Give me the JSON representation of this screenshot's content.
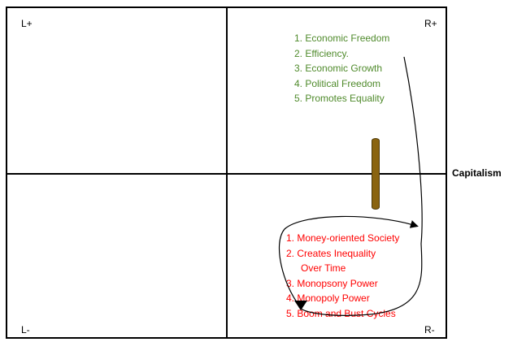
{
  "quadrants": {
    "top_left": "L+",
    "top_right": "R+",
    "bottom_left": "L-",
    "bottom_right": "R-"
  },
  "axis_label": "Capitalism",
  "pros": {
    "color": "#4f8a2b",
    "items": [
      "1. Economic Freedom",
      "2. Efficiency.",
      "3. Economic Growth",
      "4. Political Freedom",
      "5. Promotes Equality"
    ]
  },
  "cons": {
    "color": "#ff0000",
    "items": [
      "1. Money-oriented Society",
      "2. Creates Inequality",
      "Over Time",
      "3. Monopsony Power",
      "4. Monopoly Power",
      "5. Boom and Bust Cycles"
    ]
  },
  "marker_color": "#8a6410"
}
